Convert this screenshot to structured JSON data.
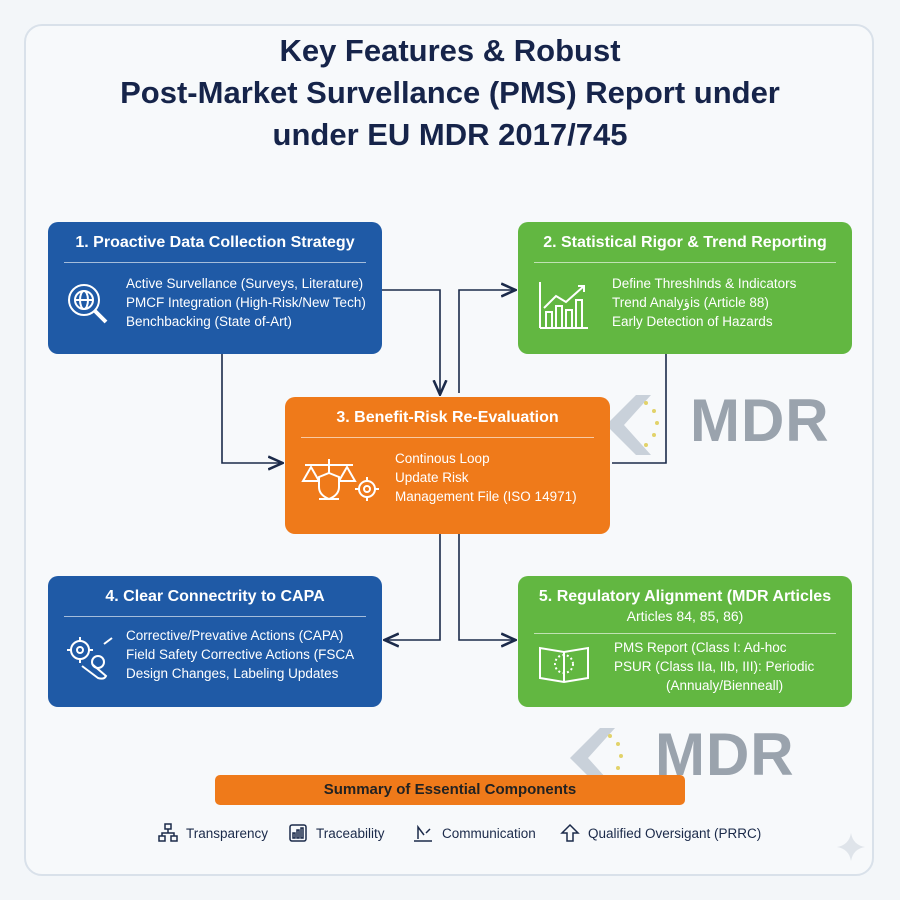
{
  "title": {
    "line1": "Key Features & Robust",
    "line2": "Post-Market Survellance (PMS) Report under",
    "line3": "under EU MDR 2017/745"
  },
  "cards": {
    "c1": {
      "heading": "1. Proactive Data Collection Strategy",
      "icon": "globe-magnifier-icon",
      "items": [
        "Active Survellance (Surveys, Literature)",
        "PMCF Integration (High-Risk/New Tech)",
        "Benchbacking (State of-Art)"
      ]
    },
    "c2": {
      "heading": "2. Statistical Rigor & Trend Reporting",
      "icon": "bar-chart-trend-icon",
      "items": [
        "Define Threshlnds & Indicators",
        "Trend Analyؤis (Article 88)",
        "Early Detection of Hazards"
      ]
    },
    "c3": {
      "heading": "3. Benefit-Risk Re-Evaluation",
      "icon": "scale-shield-gear-icon",
      "items": [
        "Continous Loop",
        "Update Risk",
        "Management File (ISO 14971)"
      ]
    },
    "c4": {
      "heading": "4. Clear Connectrity to CAPA",
      "icon": "gears-wrench-icon",
      "items": [
        "Corrective/Prevative Actions (CAPA)",
        "Field Safety Corrective Actions (FSCA",
        "Design Changes, Labeling Updates"
      ]
    },
    "c5": {
      "heading": "5. Regulatory Alignment (MDR Articles",
      "subheading": "Articles 84, 85, 86)",
      "icon": "eu-book-icon",
      "items": [
        "PMS Report (Class I: Ad-hoc",
        "PSUR (Class IIa, IIb, III): Periodic",
        "(Annualy/Bienneall)"
      ]
    }
  },
  "watermark": {
    "text": "MDR"
  },
  "summary": {
    "label": "Summary of Essential Components"
  },
  "footer": {
    "items": [
      {
        "label": "Transparency",
        "icon": "hierarchy-icon"
      },
      {
        "label": "Traceability",
        "icon": "document-chart-icon"
      },
      {
        "label": "Communication",
        "icon": "megaphone-icon"
      },
      {
        "label": "Qualified Oversigant (PRRC)",
        "icon": "up-arrow-icon"
      }
    ]
  },
  "colors": {
    "blue": "#1f5aa6",
    "green": "#62b741",
    "orange": "#ef7a1a",
    "navy": "#16244a"
  }
}
